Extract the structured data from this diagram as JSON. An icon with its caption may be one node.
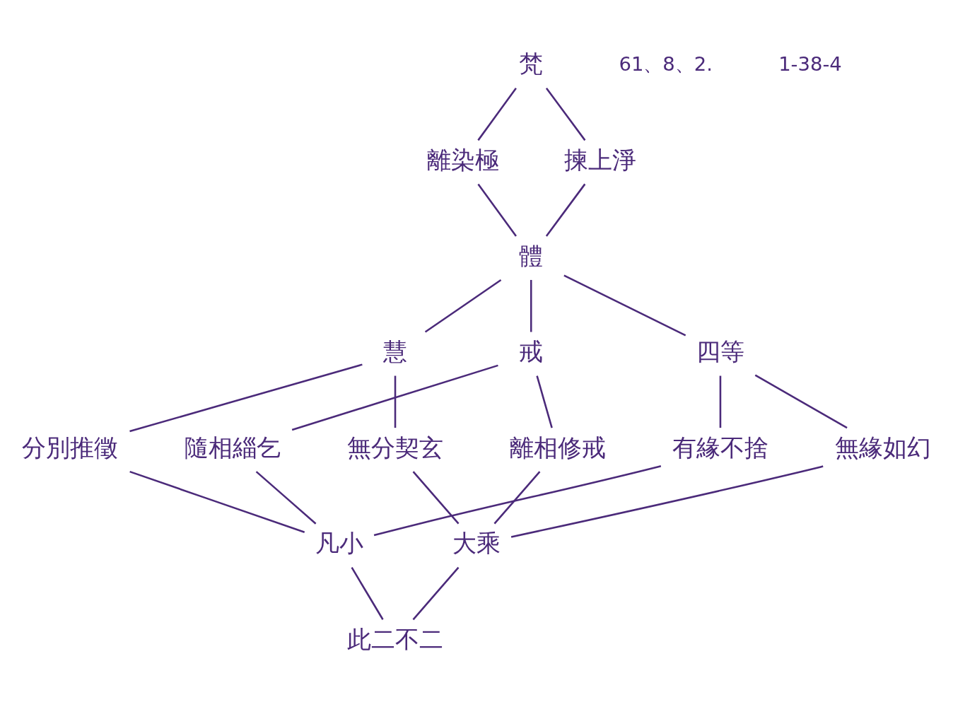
{
  "diagram": {
    "nodes": [
      {
        "text": [
          "梵"
        ]
      },
      {
        "text": [
          "離染極"
        ]
      },
      {
        "text": [
          "揀上淨"
        ]
      },
      {
        "text": [
          "體"
        ]
      },
      {
        "text": [
          "慧"
        ]
      },
      {
        "text": [
          "四等"
        ]
      },
      {
        "text": [
          "戒"
        ]
      },
      {
        "text": [
          "無分契玄"
        ]
      },
      {
        "text": [
          "分別推徵"
        ]
      },
      {
        "text": [
          "無緣如幻"
        ]
      },
      {
        "text": [
          "有緣不捨"
        ]
      },
      {
        "text": [
          "離相修戒"
        ]
      },
      {
        "text": [
          "隨相緇乞"
        ]
      },
      {
        "text": [
          "大乘"
        ]
      },
      {
        "text": [
          "凡小"
        ]
      },
      {
        "text": [
          "此二不二"
        ]
      }
    ],
    "edges": [
      {
        "from": 0,
        "to": 1,
        "arrow": "none"
      },
      {
        "from": 0,
        "to": 2,
        "arrow": "none"
      },
      {
        "from": 1,
        "to": 3,
        "arrow": "none"
      },
      {
        "from": 2,
        "to": 3,
        "arrow": "none"
      },
      {
        "from": 3,
        "to": 4,
        "arrow": "none"
      },
      {
        "from": 3,
        "to": 5,
        "arrow": "none"
      },
      {
        "from": 3,
        "to": 6,
        "arrow": "none"
      },
      {
        "from": 4,
        "to": 7,
        "arrow": "none"
      },
      {
        "from": 4,
        "to": 8,
        "arrow": "none"
      },
      {
        "from": 5,
        "to": 9,
        "arrow": "none"
      },
      {
        "from": 5,
        "to": 10,
        "arrow": "none"
      },
      {
        "from": 6,
        "to": 11,
        "arrow": "none"
      },
      {
        "from": 6,
        "to": 12,
        "arrow": "none"
      },
      {
        "from": 7,
        "to": 13,
        "arrow": "none"
      },
      {
        "from": 8,
        "to": 14,
        "arrow": "none"
      },
      {
        "from": 9,
        "to": 13,
        "arrow": "none"
      },
      {
        "from": 10,
        "to": 14,
        "arrow": "none"
      },
      {
        "from": 11,
        "to": 13,
        "arrow": "none"
      },
      {
        "from": 12,
        "to": 14,
        "arrow": "none"
      },
      {
        "from": 13,
        "to": 15,
        "arrow": "none"
      },
      {
        "from": 14,
        "to": 15,
        "arrow": "none"
      }
    ],
    "labels": [
      "61、8、2.",
      "1-38-4"
    ]
  }
}
